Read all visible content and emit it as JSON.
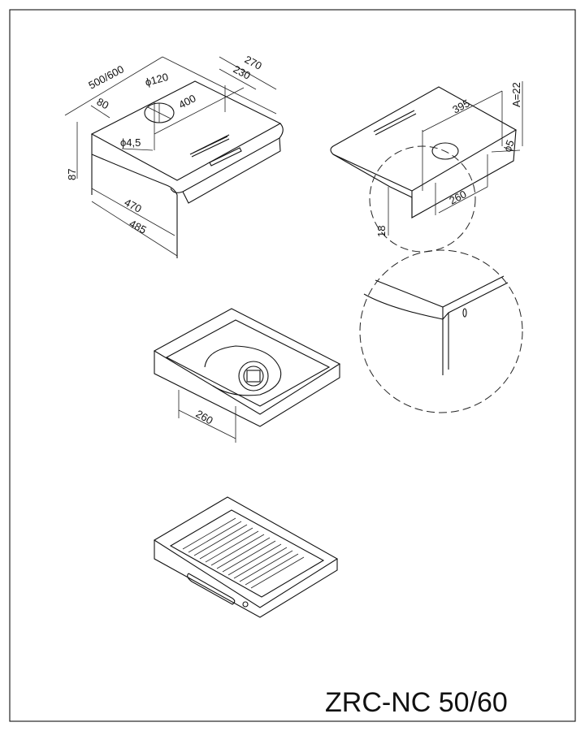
{
  "title": "ZRC-NC 50/60",
  "views": {
    "top_view": {
      "dimensions": {
        "width": "500/600",
        "depth": "270",
        "duct_diameter": "ϕ120",
        "inner_depth": "230",
        "offset": "80",
        "hole_spacing": "400",
        "hole_diameter": "ϕ4,5",
        "height": "87",
        "inner_length": "470",
        "outer_length": "485"
      }
    },
    "rear_view": {
      "dimensions": {
        "spacing": "395",
        "a_value": "A=22",
        "hole_diameter": "ϕ5",
        "length": "260",
        "height": "18"
      }
    },
    "underside_view": {
      "dimensions": {
        "length": "260"
      }
    }
  }
}
